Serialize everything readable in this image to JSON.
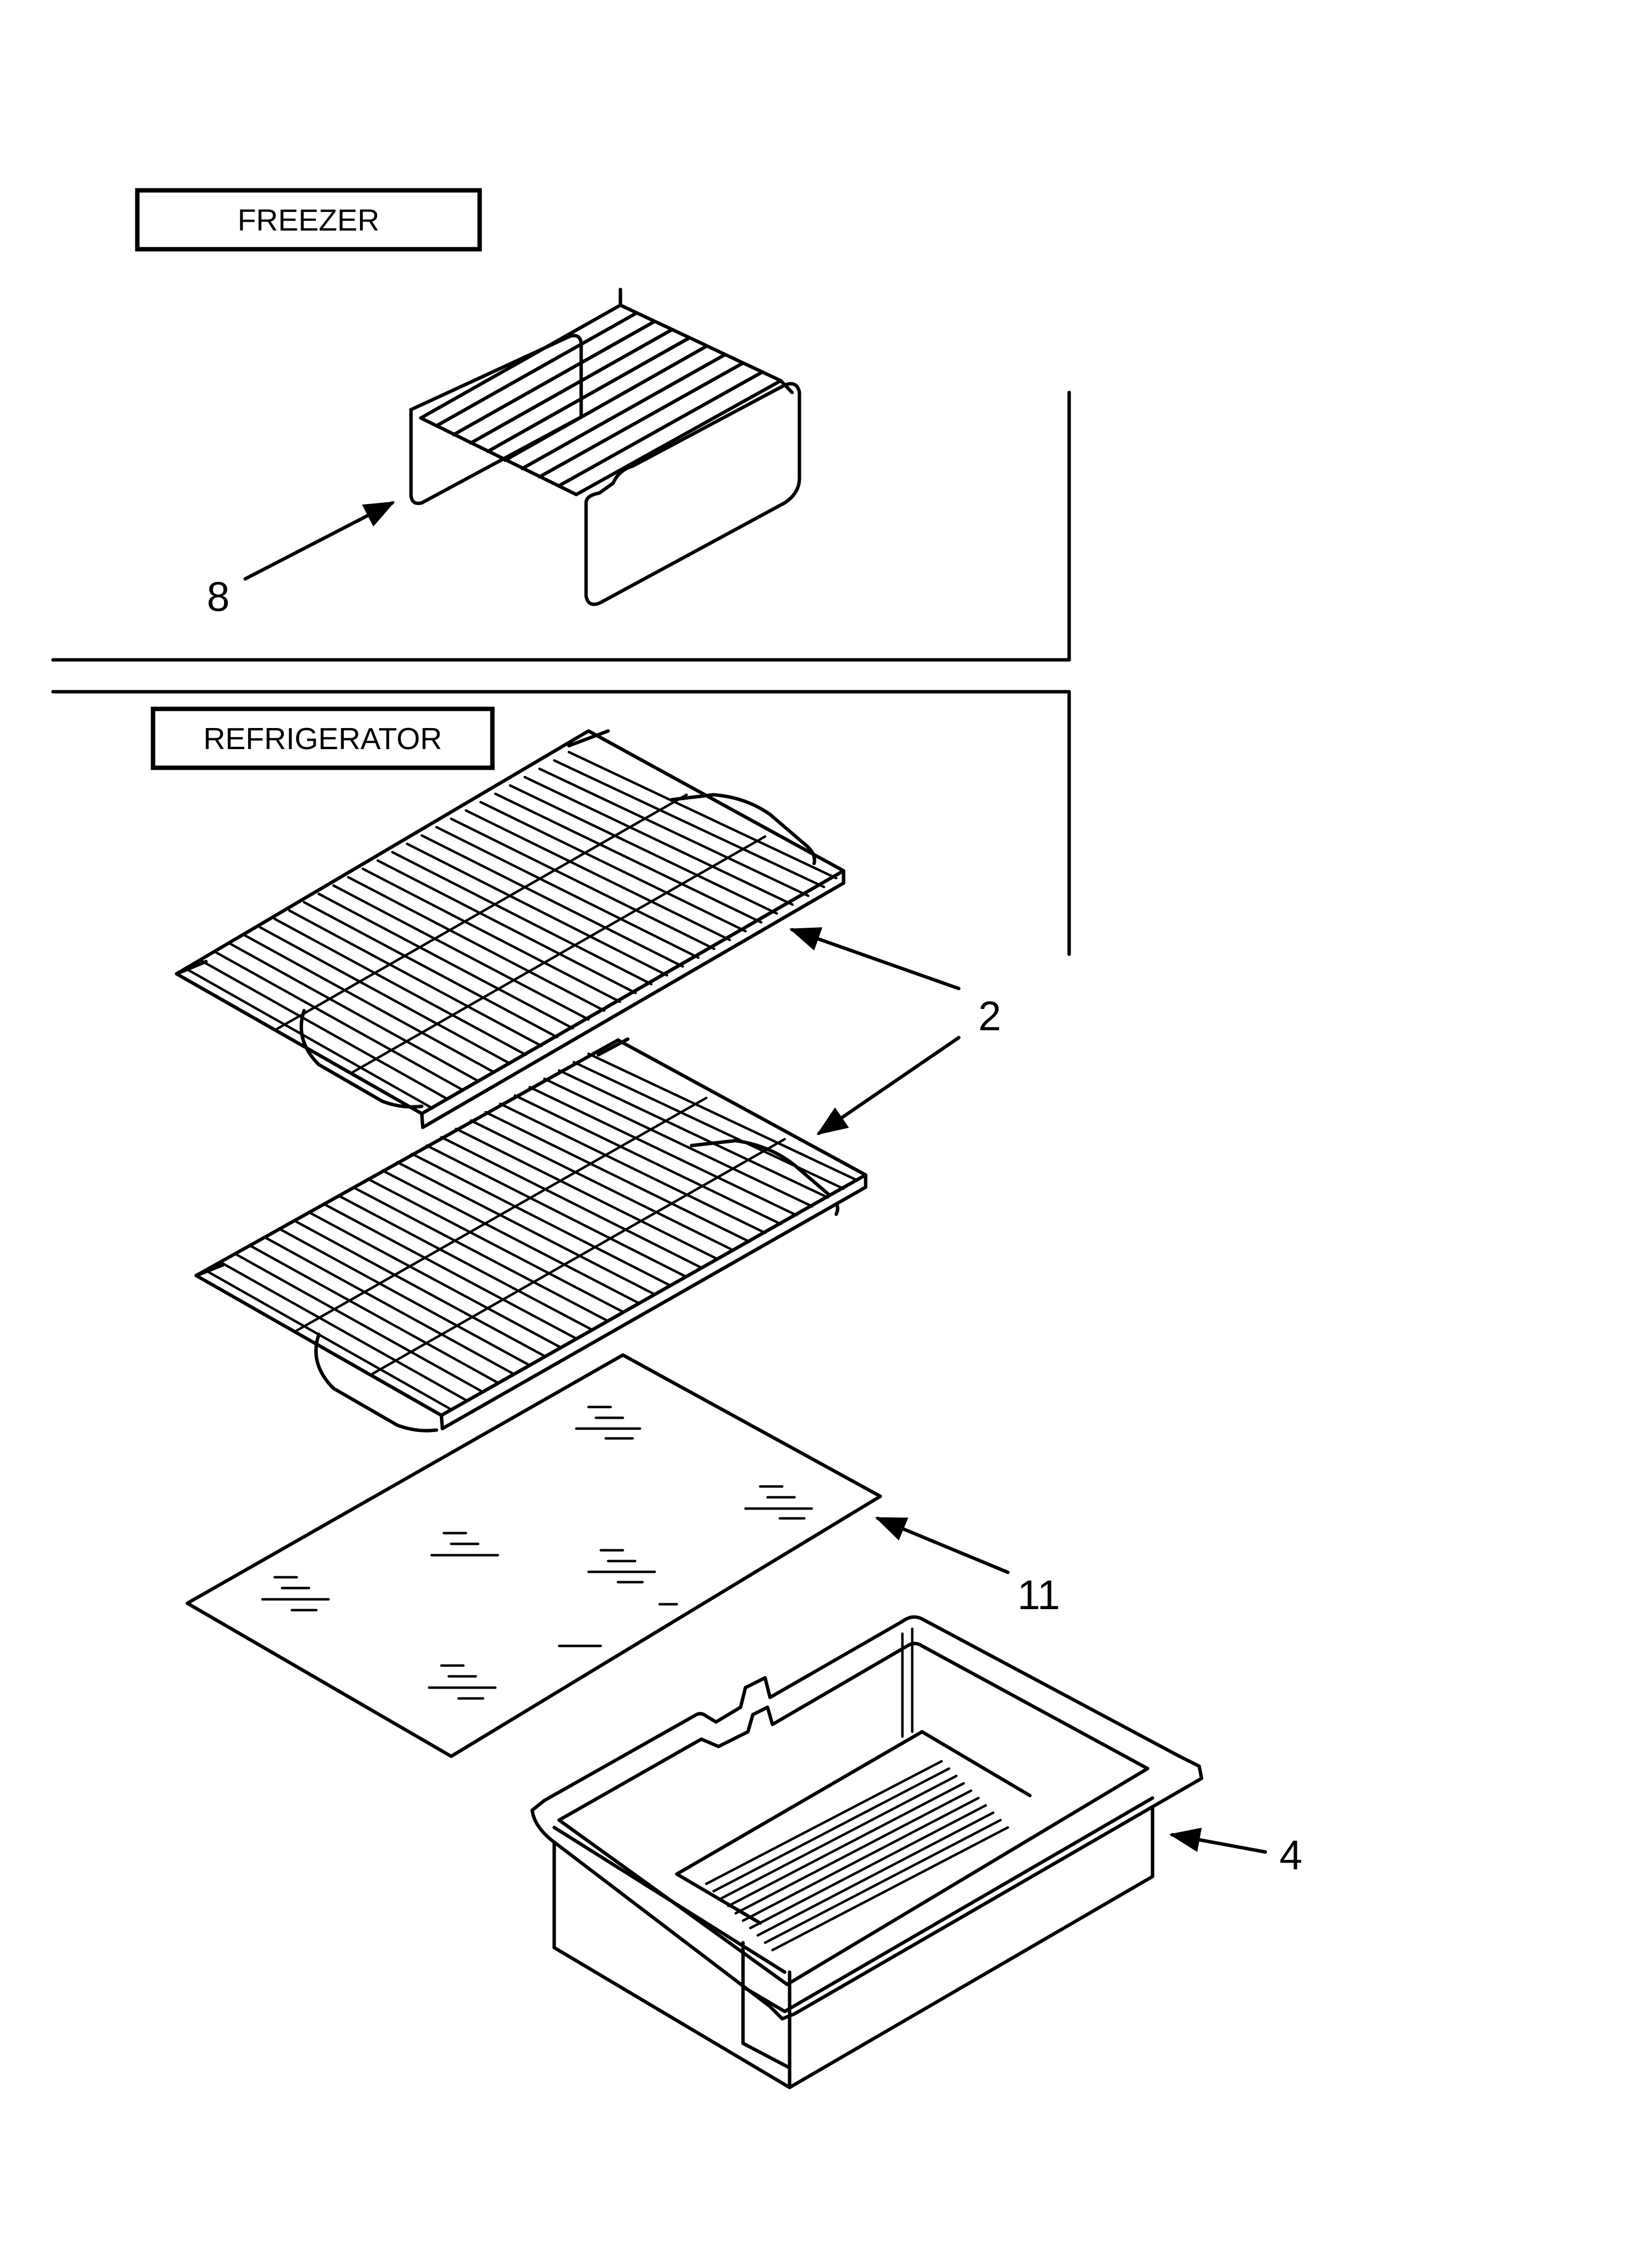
{
  "sections": {
    "freezer": "FREEZER",
    "refrigerator": "REFRIGERATOR"
  },
  "callouts": {
    "freezer_rack": "8",
    "shelves": "2",
    "glass_shelf": "11",
    "crisper_drawer": "4"
  }
}
